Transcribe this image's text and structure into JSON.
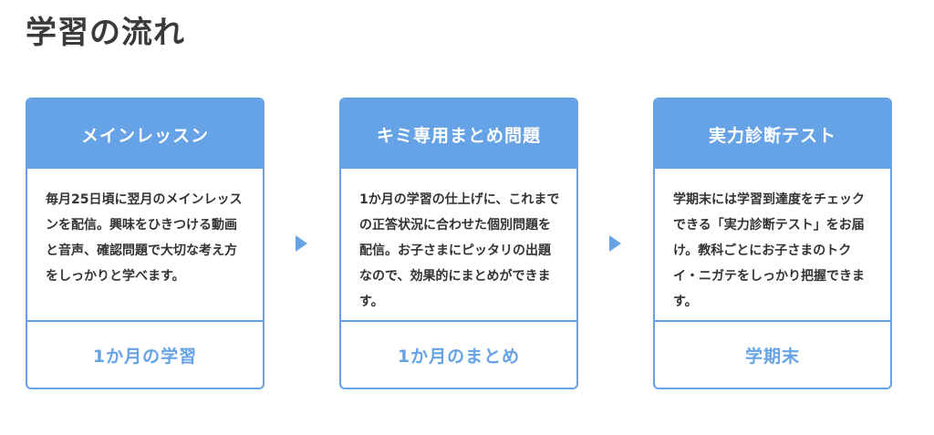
{
  "page": {
    "title": "学習の流れ"
  },
  "colors": {
    "accent": "#66a3e6",
    "text": "#333333",
    "header_text": "#ffffff"
  },
  "cards": [
    {
      "header": "メインレッスン",
      "body": "毎月25日頃に翌月のメインレッスンを配信。興味をひきつける動画と音声、確認問題で大切な考え方をしっかりと学べます。",
      "footer": "1か月の学習"
    },
    {
      "header": "キミ専用まとめ問題",
      "body": "1か月の学習の仕上げに、これまでの正答状況に合わせた個別問題を配信。お子さまにピッタリの出題なので、効果的にまとめができます。",
      "footer": "1か月のまとめ"
    },
    {
      "header": "実力診断テスト",
      "body": "学期末には学習到達度をチェックできる「実力診断テスト」をお届け。教科ごとにお子さまのトクイ・ニガテをしっかり把握できます。",
      "footer": "学期末"
    }
  ],
  "arrows": [
    {
      "icon": "triangle-right-icon"
    },
    {
      "icon": "triangle-right-icon"
    }
  ]
}
